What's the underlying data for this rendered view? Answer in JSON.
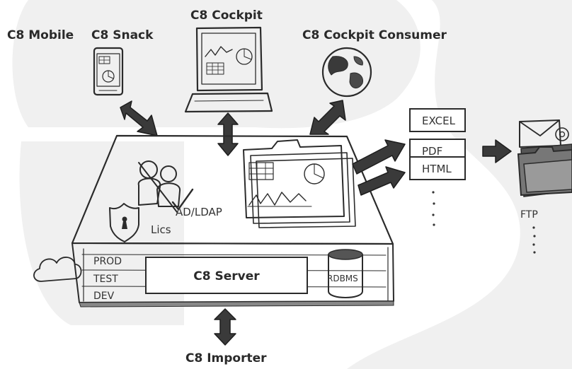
{
  "clients": {
    "mobile": "C8 Mobile",
    "snack": "C8 Snack",
    "cockpit": "C8 Cockpit",
    "consumer": "C8 Cockpit Consumer"
  },
  "security": {
    "ad_ldap": "AD/LDAP",
    "lics": "Lics"
  },
  "outputs": {
    "excel": "EXCEL",
    "pdf": "PDF",
    "html": "HTML",
    "ftp": "FTP"
  },
  "server": {
    "prod": "PROD",
    "test": "TEST",
    "dev": "DEV",
    "name": "C8 Server",
    "rdbms": "RDBMS"
  },
  "importer": "C8 Importer",
  "colors": {
    "ink": "#2b2b2b",
    "background_shape": "#f0f0f0"
  }
}
